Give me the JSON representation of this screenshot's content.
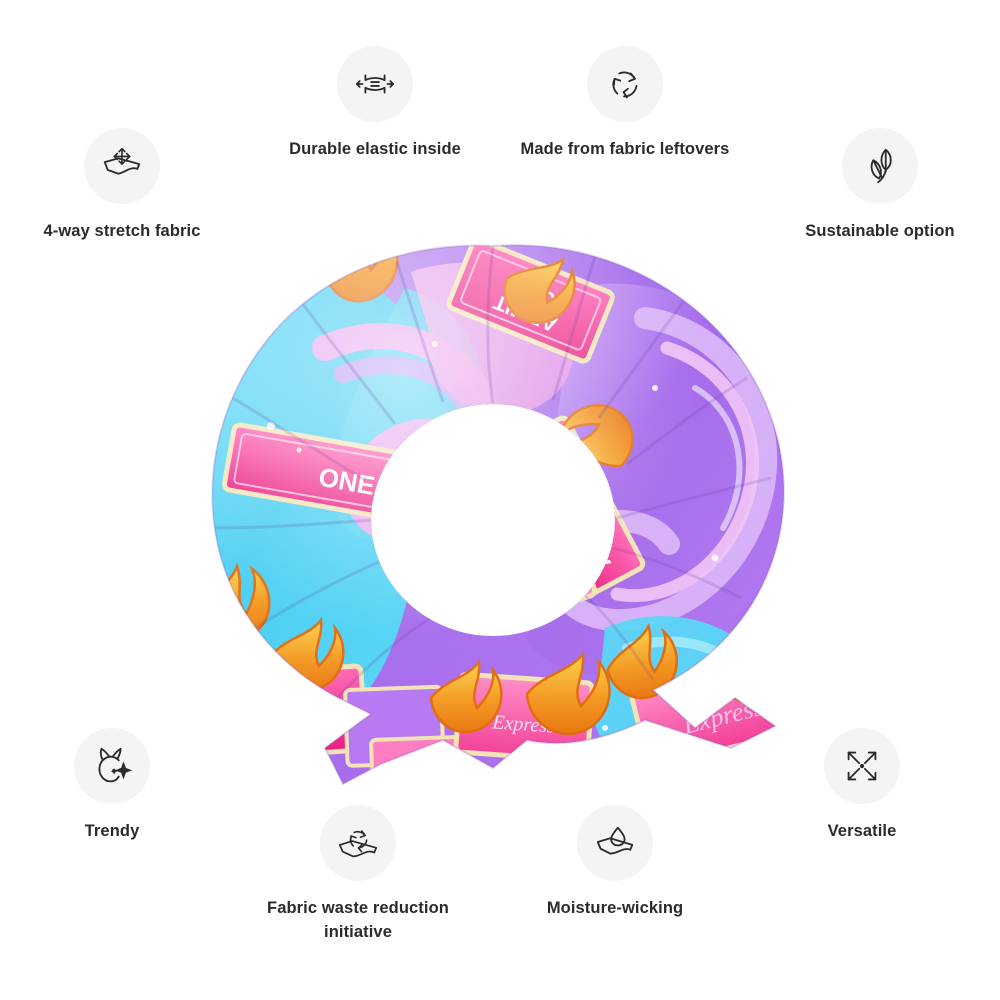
{
  "page": {
    "background_color": "#ffffff",
    "text_color": "#2b2b2b",
    "icon_circle_color": "#f4f4f4",
    "icon_stroke_color": "#2b2b2b"
  },
  "features": [
    {
      "id": "4-way-stretch-fabric",
      "icon": "fabric-4way-arrows-icon",
      "label": "4-way stretch fabric"
    },
    {
      "id": "durable-elastic-inside",
      "icon": "elastic-stretch-band-icon",
      "label": "Durable elastic inside"
    },
    {
      "id": "made-from-fabric-leftovers",
      "icon": "recycle-arrows-icon",
      "label": "Made from fabric leftovers"
    },
    {
      "id": "sustainable-option",
      "icon": "two-leaves-icon",
      "label": "Sustainable option"
    },
    {
      "id": "trendy",
      "icon": "sparkle-crescent-horns-icon",
      "label": "Trendy"
    },
    {
      "id": "fabric-waste-reduction-initiative",
      "icon": "fabric-recycle-icon",
      "label": "Fabric waste reduction initiative"
    },
    {
      "id": "moisture-wicking",
      "icon": "fabric-water-droplet-icon",
      "label": "Moisture-wicking"
    },
    {
      "id": "versatile",
      "icon": "four-diagonal-arrows-icon",
      "label": "Versatile"
    }
  ],
  "product": {
    "name": "tie-scrunchie",
    "type": "Scrunchie with tie / bow knot",
    "pattern_description": "Marbled swirl print with ADMIT ONE tickets and flames",
    "ticket_text_primary": "ADMIT",
    "ticket_text_secondary": "ONE",
    "ticket_text_script": "Express",
    "colors": {
      "cyan": "#4fd3f5",
      "sky": "#6fdcf7",
      "purple": "#a469ec",
      "violet": "#b07bf0",
      "lavender": "#c9a4f5",
      "pink_light": "#f0a3e0",
      "pink": "#f25fae",
      "magenta": "#e8197f",
      "hot_pink": "#ff4fa3",
      "flame_orange": "#f28c1c",
      "flame_gold": "#f9c33c",
      "ticket_cream": "#f3e3b5",
      "white": "#ffffff"
    }
  }
}
